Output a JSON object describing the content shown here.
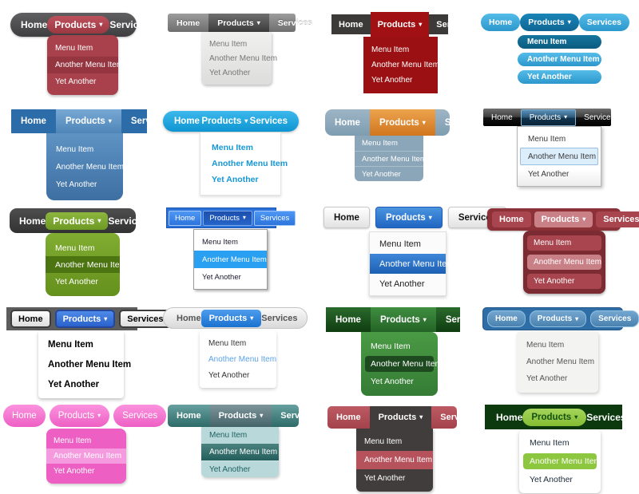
{
  "page": {
    "background": "#ffffff",
    "description": "Gallery of 20 dropdown navigation menu themes"
  },
  "menus": [
    {
      "name": "dark-gray-pill-crimson",
      "nav": [
        "Home",
        "Products",
        "Services"
      ],
      "items": [
        "Menu Item",
        "Another Menu Item",
        "Yet Another"
      ],
      "highlight": 1,
      "colors": {
        "bar": "#4e4e50",
        "accent": "#b2454f",
        "dropdown": "#a8414b",
        "text": "#ffffff"
      }
    },
    {
      "name": "gray-gradient-light-dropdown",
      "nav": [
        "Home",
        "Products",
        "Services"
      ],
      "items": [
        "Menu Item",
        "Another Menu Item",
        "Yet Another"
      ],
      "highlight": null,
      "colors": {
        "bar": "#8a8a8a",
        "accent": "#4f4f4f",
        "dropdown": "#e8e8e6",
        "text": "#777777"
      }
    },
    {
      "name": "charcoal-dark-red",
      "nav": [
        "Home",
        "Products",
        "Services"
      ],
      "items": [
        "Menu Item",
        "Another Menu Item",
        "Yet Another"
      ],
      "highlight": null,
      "colors": {
        "bar": "#3b3a39",
        "accent": "#a11113",
        "dropdown": "#9b1012",
        "text": "#ffffff"
      }
    },
    {
      "name": "blue-pills",
      "nav": [
        "Home",
        "Products",
        "Services"
      ],
      "items": [
        "Menu Item",
        "Another Menu Item",
        "Yet Another"
      ],
      "highlight": 0,
      "colors": {
        "bar": "#3fa8dc",
        "accent": "#1272a2",
        "dropdown": "#3fa8dc",
        "text": "#ffffff"
      }
    },
    {
      "name": "steel-blue-solid",
      "nav": [
        "Home",
        "Products",
        "Services"
      ],
      "items": [
        "Menu Item",
        "Another Menu Item",
        "Yet Another"
      ],
      "highlight": null,
      "colors": {
        "bar": "#2c6ca8",
        "accent": "#6aa0cc",
        "dropdown": "#4e82b4",
        "text": "#ffffff"
      }
    },
    {
      "name": "cyan-pill-white-dropdown",
      "nav": [
        "Home",
        "Products",
        "Services"
      ],
      "items": [
        "Menu Item",
        "Another Menu Item",
        "Yet Another"
      ],
      "highlight": null,
      "colors": {
        "bar": "#1caee4",
        "accent": "#0f9ad6",
        "dropdown": "#ffffff",
        "text": "#1697d6"
      }
    },
    {
      "name": "steel-gray-orange-active",
      "nav": [
        "Home",
        "Products",
        "Services"
      ],
      "items": [
        "Menu Item",
        "Another Menu Item",
        "Yet Another"
      ],
      "highlight": null,
      "colors": {
        "bar": "#8faabb",
        "accent": "#de8a34",
        "dropdown": "#8ba6b8",
        "text": "#ffffff"
      }
    },
    {
      "name": "glossy-black-win7",
      "nav": [
        "Home",
        "Products",
        "Services"
      ],
      "items": [
        "Menu Item",
        "Another Menu Item",
        "Yet Another"
      ],
      "highlight": 1,
      "colors": {
        "bar": "#1a1a1a",
        "accent": "#2c5878",
        "dropdown": "#ffffff",
        "highlight_bg": "#dcedfb",
        "text": "#3a3a3a"
      }
    },
    {
      "name": "charcoal-green",
      "nav": [
        "Home",
        "Products",
        "Services"
      ],
      "items": [
        "Menu Item",
        "Another Menu Item",
        "Yet Another"
      ],
      "highlight": 1,
      "colors": {
        "bar": "#3e3e3e",
        "accent": "#7aa62e",
        "dropdown": "#73a027",
        "highlight_bg": "#4c7410",
        "text": "#ffffff"
      }
    },
    {
      "name": "xp-bright-blue",
      "nav": [
        "Home",
        "Products",
        "Services"
      ],
      "items": [
        "Menu Item",
        "Another Menu Item",
        "Yet Another"
      ],
      "highlight": 1,
      "colors": {
        "bar": "#2a71da",
        "accent": "#1d50ac",
        "dropdown": "#ffffff",
        "highlight_bg": "#2aa0f2",
        "text": "#1a1a2e"
      }
    },
    {
      "name": "white-buttons-blue-active",
      "nav": [
        "Home",
        "Products",
        "Services"
      ],
      "items": [
        "Menu Item",
        "Another Menu Item",
        "Yet Another"
      ],
      "highlight": 1,
      "colors": {
        "bar": "#f2f2f2",
        "accent": "#2e7ad0",
        "dropdown": "#fbfbfb",
        "highlight_bg": "#2d74c8",
        "text": "#222222"
      }
    },
    {
      "name": "maroon-banded",
      "nav": [
        "Home",
        "Products",
        "Services"
      ],
      "items": [
        "Menu Item",
        "Another Menu Item",
        "Yet Another"
      ],
      "highlight": 1,
      "colors": {
        "bar": "#8c3138",
        "accent": "#a8454e",
        "dropdown": "#7c2b33",
        "highlight_bg": "#c87f86",
        "text": "#ffffff"
      }
    },
    {
      "name": "gray-bar-bordered-buttons",
      "nav": [
        "Home",
        "Products",
        "Services"
      ],
      "items": [
        "Menu Item",
        "Another Menu Item",
        "Yet Another"
      ],
      "highlight": null,
      "colors": {
        "bar": "#5d5d5d",
        "accent": "#3a74da",
        "dropdown": "#ffffff",
        "text": "#000000"
      }
    },
    {
      "name": "light-gray-rounded-blue",
      "nav": [
        "Home",
        "Products",
        "Services"
      ],
      "items": [
        "Menu Item",
        "Another Menu Item",
        "Yet Another"
      ],
      "highlight": 1,
      "colors": {
        "bar": "#e9e9e9",
        "accent": "#2e85dc",
        "dropdown": "#ffffff",
        "highlight_text": "#5aa2e8",
        "text": "#333333"
      }
    },
    {
      "name": "dark-green",
      "nav": [
        "Home",
        "Products",
        "Services"
      ],
      "items": [
        "Menu Item",
        "Another Menu Item",
        "Yet Another"
      ],
      "highlight": 1,
      "colors": {
        "bar": "#1d5520",
        "accent": "#2f7a31",
        "dropdown": "#408a3c",
        "highlight_bg": "#1d4a1f",
        "text": "#ffffff"
      }
    },
    {
      "name": "blue-bar-steel-buttons",
      "nav": [
        "Home",
        "Products",
        "Services"
      ],
      "items": [
        "Menu Item",
        "Another Menu Item",
        "Yet Another"
      ],
      "highlight": null,
      "colors": {
        "bar": "#2e6da5",
        "accent": "#5e94c0",
        "dropdown": "#f3f3f1",
        "text": "#555555"
      }
    },
    {
      "name": "pink-comic-bubbles",
      "nav": [
        "Home",
        "Products",
        "Services"
      ],
      "items": [
        "Menu Item",
        "Another Menu Item",
        "Yet Another"
      ],
      "highlight": 1,
      "colors": {
        "bar": "#f479d0",
        "accent": "#ee5fc4",
        "dropdown": "#ee5fc4",
        "highlight_bg": "#f59ade",
        "text": "#ffffff"
      }
    },
    {
      "name": "teal",
      "nav": [
        "Home",
        "Products",
        "Services"
      ],
      "items": [
        "Menu Item",
        "Another Menu Item",
        "Yet Another"
      ],
      "highlight": 1,
      "colors": {
        "bar": "#4a8a88",
        "accent": "#5e7e86",
        "dropdown": "#b9d8da",
        "highlight_bg": "#356f6d",
        "text": "#1d6361"
      }
    },
    {
      "name": "rose-charcoal",
      "nav": [
        "Home",
        "Products",
        "Services"
      ],
      "items": [
        "Menu Item",
        "Another Menu Item",
        "Yet Another"
      ],
      "highlight": 1,
      "colors": {
        "bar": "#b04e58",
        "accent": "#413d3d",
        "dropdown": "#413d3d",
        "highlight_bg": "#b5525c",
        "text": "#ffffff"
      }
    },
    {
      "name": "dark-green-lime-pill",
      "nav": [
        "Home",
        "Products",
        "Services"
      ],
      "items": [
        "Menu Item",
        "Another Menu Item",
        "Yet Another"
      ],
      "highlight": 1,
      "colors": {
        "bar": "#0c390e",
        "accent": "#8dc63f",
        "dropdown": "#ffffff",
        "highlight_bg": "#8dc63f",
        "text": "#1c2b39"
      }
    }
  ]
}
